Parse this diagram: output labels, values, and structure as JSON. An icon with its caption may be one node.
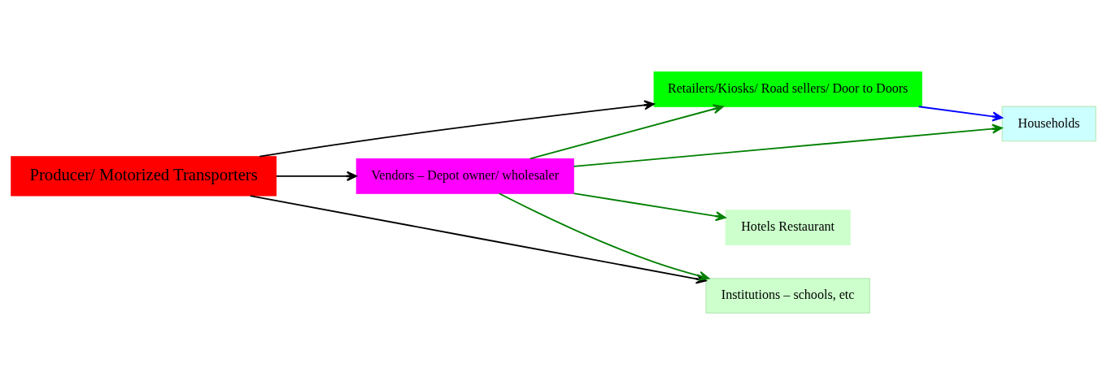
{
  "diagram": {
    "nodes": [
      {
        "text": [
          "Producer/ Motorized Transporters"
        ]
      },
      {
        "text": [
          "Vendors – Depot owner/ wholesaler"
        ]
      },
      {
        "text": [
          "Households"
        ]
      },
      {
        "text": [
          "Hotels Restaurant"
        ]
      },
      {
        "text": [
          "Retailers/Kiosks/ Road sellers/ Door to Doors"
        ]
      },
      {
        "text": [
          "Institutions – schools, etc"
        ]
      }
    ],
    "edges": [
      {
        "from": 0,
        "to": 1,
        "arrow": "to",
        "color": "#000000"
      },
      {
        "from": 0,
        "to": 5,
        "arrow": "to",
        "color": "#000000"
      },
      {
        "from": 0,
        "to": 4,
        "arrow": "to",
        "color": "#000000"
      },
      {
        "from": 1,
        "to": 2,
        "arrow": "to"
      },
      {
        "from": 1,
        "to": 3,
        "arrow": "to"
      },
      {
        "from": 1,
        "to": 5,
        "arrow": "to"
      },
      {
        "from": 1,
        "to": 4,
        "arrow": "to"
      },
      {
        "from": 4,
        "to": 2,
        "arrow": "to",
        "color": "#0000ff"
      }
    ]
  }
}
